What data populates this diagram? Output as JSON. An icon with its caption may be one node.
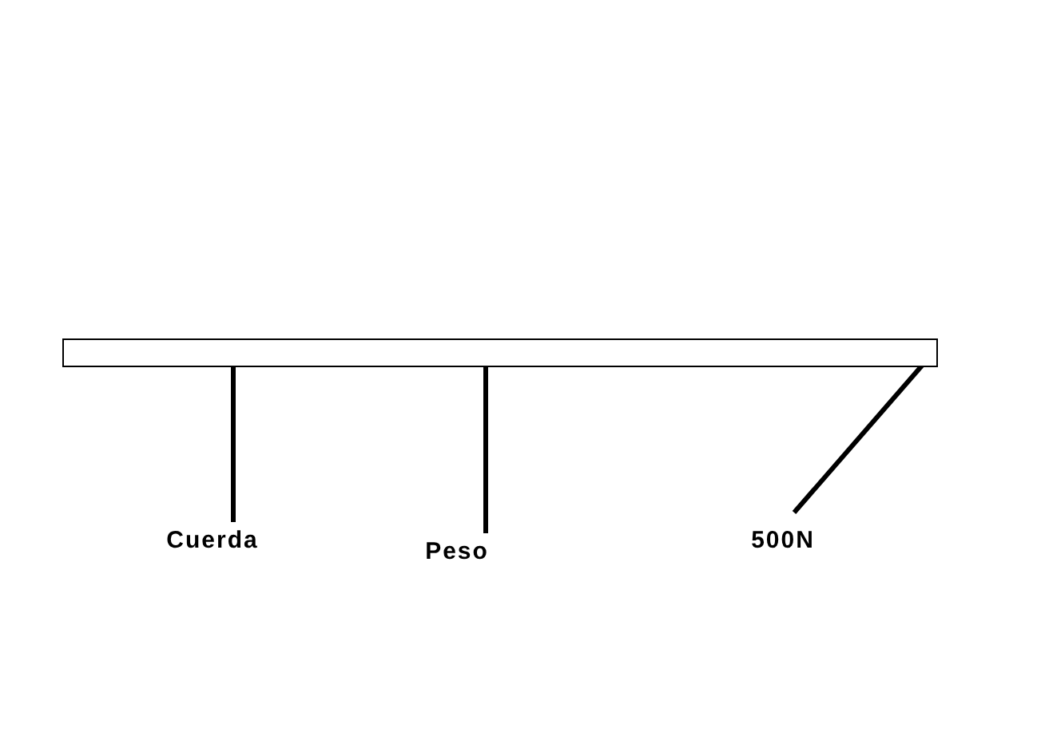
{
  "diagram": {
    "nodes": [
      {
        "text": [],
        "shape": "bar"
      },
      {
        "text": [
          "Cuerda"
        ]
      },
      {
        "text": [
          "Peso"
        ]
      },
      {
        "text": [
          "500N"
        ]
      }
    ],
    "edges": [
      {
        "from": 1,
        "to": 0,
        "arrow": "none"
      },
      {
        "from": 2,
        "to": 0,
        "arrow": "none"
      },
      {
        "from": 3,
        "to": 0,
        "arrow": "none"
      }
    ]
  }
}
